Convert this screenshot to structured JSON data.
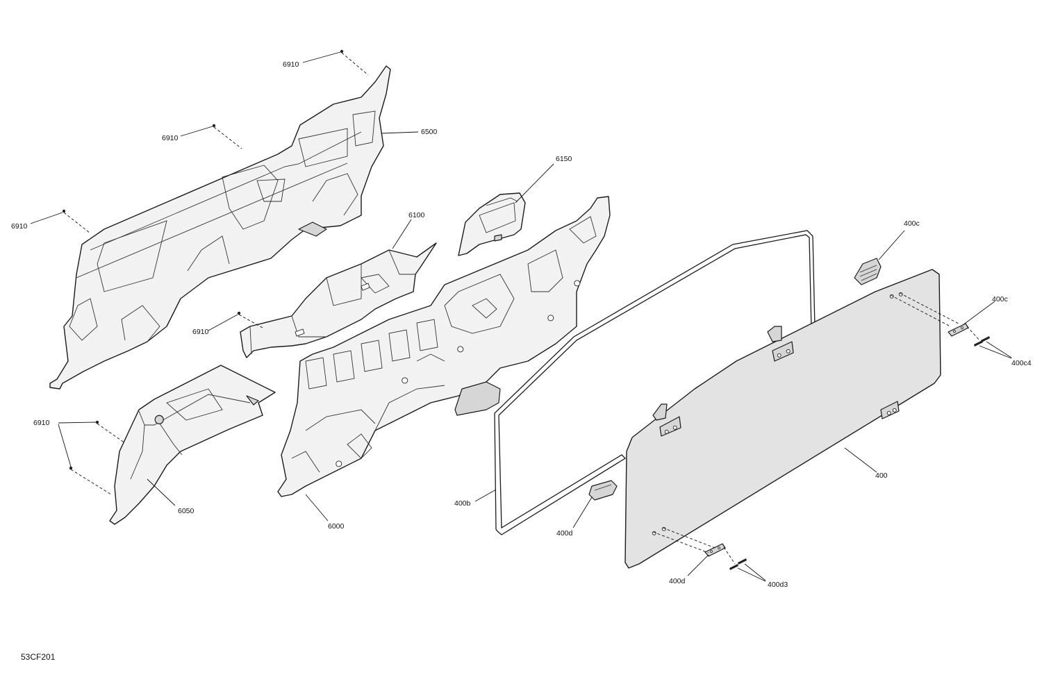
{
  "diagram": {
    "drawing_code": "53CF201",
    "callouts": {
      "c6910a": "6910",
      "c6910b": "6910",
      "c6910c": "6910",
      "c6910d": "6910",
      "c6910e": "6910",
      "c6500": "6500",
      "c6150": "6150",
      "c6100": "6100",
      "c6050": "6050",
      "c6000": "6000",
      "c400": "400",
      "c400b": "400b",
      "c400c_top": "400c",
      "c400c_right": "400c",
      "c400c4": "400c4",
      "c400d_mid": "400d",
      "c400d_low": "400d",
      "c400d3": "400d3"
    }
  }
}
